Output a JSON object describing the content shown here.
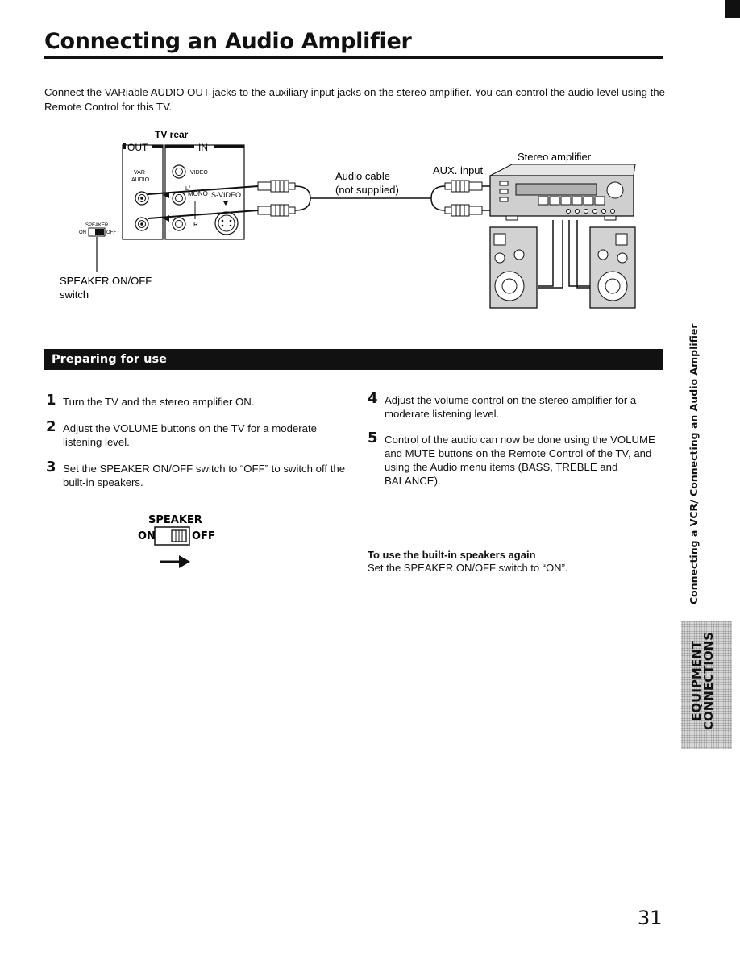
{
  "title": "Connecting an Audio Amplifier",
  "intro": "Connect the VARiable AUDIO OUT jacks to the auxiliary input jacks on the stereo amplifier. You can control the audio level using the Remote Control for this TV.",
  "diagram": {
    "tv_rear": "TV rear",
    "out": "OUT",
    "in": "IN",
    "var_audio_1": "VAR",
    "var_audio_2": "AUDIO",
    "video": "VIDEO",
    "l": "L/",
    "mono": "MONO",
    "svideo": "S-VIDEO",
    "r": "R",
    "speaker_small": "SPEAKER",
    "on_small": "ON",
    "off_small": "OFF",
    "audio_cable": "Audio cable",
    "not_supplied": "(not supplied)",
    "aux_input": "AUX. input",
    "stereo_amplifier": "Stereo amplifier",
    "switch_label_1": "SPEAKER ON/OFF",
    "switch_label_2": "switch"
  },
  "section": {
    "title": "Preparing for use"
  },
  "steps_left": [
    {
      "num": "1",
      "text": "Turn the TV and the stereo amplifier ON."
    },
    {
      "num": "2",
      "text": "Adjust the VOLUME buttons on the TV for a moderate listening level."
    },
    {
      "num": "3",
      "text": "Set the SPEAKER ON/OFF switch to “OFF” to switch off the built-in speakers."
    }
  ],
  "steps_right": [
    {
      "num": "4",
      "text": "Adjust the volume control on the stereo amplifier for a moderate listening level."
    },
    {
      "num": "5",
      "text": "Control of the audio can now be done using the VOLUME and MUTE buttons on the Remote Control of the TV, and using the Audio menu items (BASS, TREBLE and BALANCE)."
    }
  ],
  "switch_figure": {
    "speaker": "SPEAKER",
    "on": "ON",
    "off": "OFF"
  },
  "note": {
    "heading": "To use the built-in speakers again",
    "text": "Set the SPEAKER ON/OFF switch to “ON”."
  },
  "side_running_title": "Connecting a VCR/ Connecting an Audio Amplifier",
  "side_tab": {
    "line1": "EQUIPMENT",
    "line2": "CONNECTIONS"
  },
  "page_number": "31"
}
